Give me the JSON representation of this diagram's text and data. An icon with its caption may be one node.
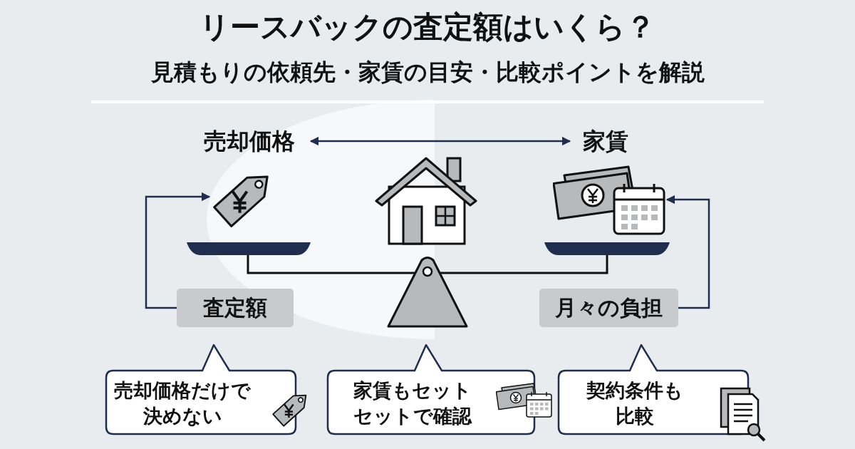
{
  "diagram": {
    "title": "リースバックの査定額はいくら？",
    "nodes": [
      {
        "text": [
          "売却価格"
        ]
      },
      {
        "text": [
          "家賃"
        ]
      },
      {
        "text": [],
        "shape": "picture"
      },
      {
        "text": [],
        "shape": "picture"
      },
      {
        "text": [
          "査定額"
        ]
      },
      {
        "text": [
          "月々の負担"
        ]
      },
      {
        "text": [
          "売却価格だけで決めない"
        ]
      },
      {
        "text": [
          "家賃もセットセットで確認"
        ]
      },
      {
        "text": [
          "契約条件も比較"
        ]
      }
    ],
    "edges": [
      {
        "from": 0,
        "to": 1,
        "arrow": "both"
      },
      {
        "from": 4,
        "to": 2,
        "arrow": "to"
      },
      {
        "from": 5,
        "to": 3,
        "arrow": "to"
      }
    ],
    "labels": [
      "見積もりの依頼先・家賃の目安・比較ポイントを解説"
    ]
  }
}
